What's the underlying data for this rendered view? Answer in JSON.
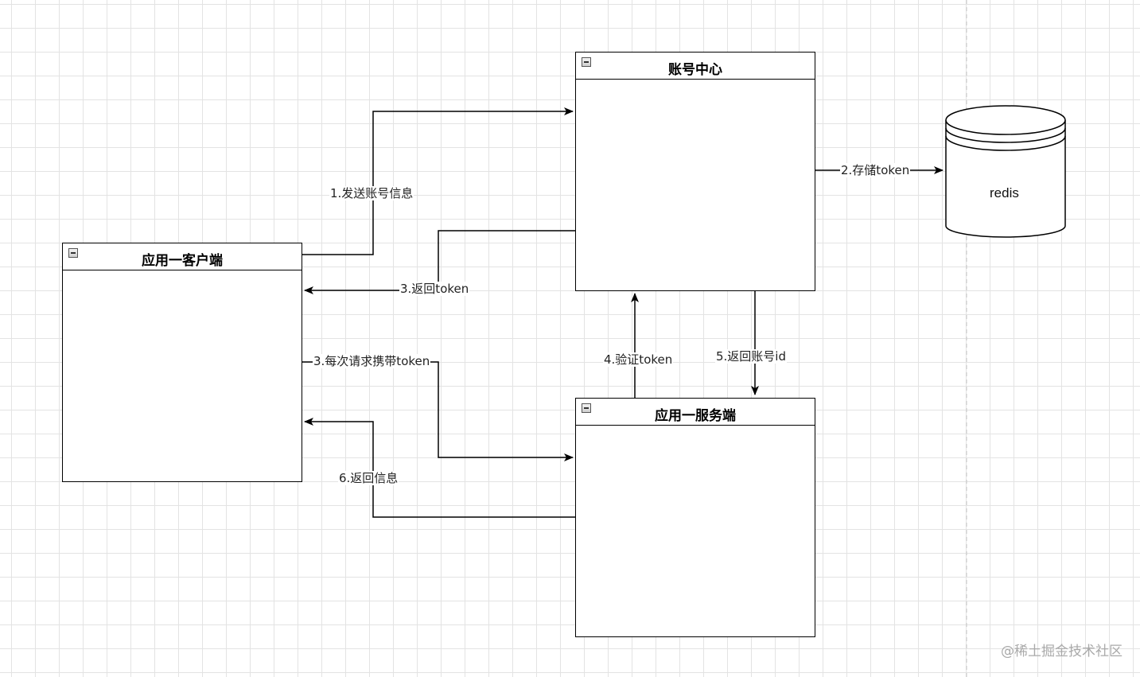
{
  "containers": {
    "account_center": {
      "title": "账号中心"
    },
    "app_client": {
      "title": "应用一客户端"
    },
    "app_server": {
      "title": "应用一服务端"
    }
  },
  "database": {
    "label": "redis"
  },
  "edges": {
    "send_account_info": "1.发送账号信息",
    "store_token": "2.存储token",
    "return_token": "3.返回token",
    "carry_token": "3.每次请求携带token",
    "verify_token": "4.验证token",
    "return_account_id": "5.返回账号id",
    "return_info": "6.返回信息"
  },
  "watermark": "@稀土掘金技术社区"
}
